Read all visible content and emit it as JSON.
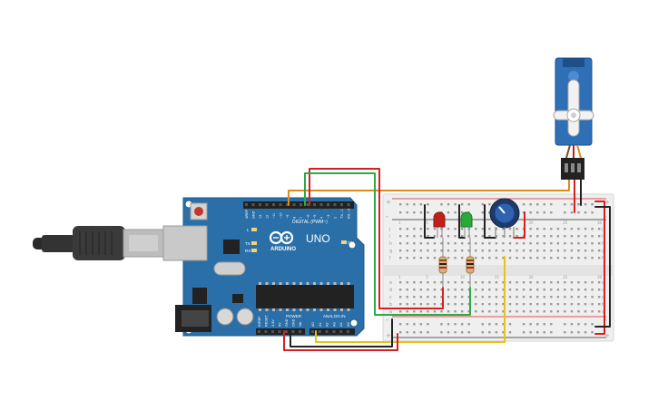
{
  "arduino": {
    "brand": "ARDUINO",
    "model": "UNO",
    "digital_label": "DIGITAL (PWM~)",
    "power_label": "POWER",
    "analog_label": "ANALOG IN",
    "led_l": "L",
    "led_tx": "TX",
    "led_rx": "RX",
    "led_on": "ON",
    "digital_pins": [
      "AREF",
      "GND",
      "13",
      "12",
      "~11",
      "~10",
      "~9",
      "8",
      "7",
      "~6",
      "~5",
      "4",
      "~3",
      "2",
      "TX→1",
      "RX←0"
    ],
    "power_pins": [
      "IOREF",
      "RESET",
      "3.3V",
      "5V",
      "GND",
      "GND",
      "Vin"
    ],
    "analog_pins": [
      "A0",
      "A1",
      "A2",
      "A3",
      "A4",
      "A5"
    ]
  },
  "breadboard": {
    "row_letters_top": [
      "j",
      "i",
      "h",
      "g",
      "f"
    ],
    "row_letters_bottom": [
      "e",
      "d",
      "c",
      "b",
      "a"
    ],
    "plus": "+",
    "minus": "-",
    "column_numbers": [
      "1",
      "5",
      "10",
      "15",
      "20",
      "25",
      "30"
    ]
  },
  "colors": {
    "pcb": "#2a6fa8",
    "breadboard": "#efefef",
    "wire_red": "#d42020",
    "wire_black": "#222222",
    "wire_orange": "#e08a1e",
    "wire_green": "#2fa84a",
    "wire_yellow": "#e8c21a",
    "led_red": "#c0201a",
    "led_green": "#2aa83a",
    "servo": "#2f6fb5"
  }
}
